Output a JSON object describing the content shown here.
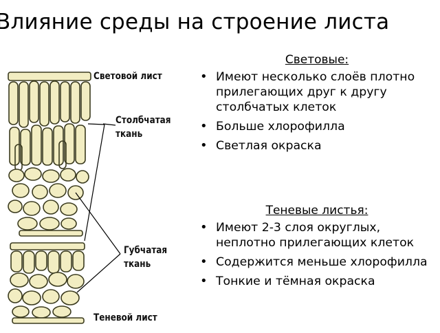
{
  "title": "Влияние среды на строение листа",
  "diagram": {
    "labels": {
      "light_leaf": "Световой лист",
      "palisade_line1": "Столбчатая",
      "palisade_line2": "ткань",
      "spongy_line1": "Губчатая",
      "spongy_line2": "ткань",
      "shade_leaf": "Теневой лист"
    },
    "colors": {
      "cell_fill": "#f2edc2",
      "cell_stroke": "#3a3a1e",
      "line": "#000000"
    }
  },
  "sections": [
    {
      "heading": "Световые:",
      "items": [
        "Имеют несколько слоёв плотно прилегающих друг к другу столбчатых клеток",
        "Больше хлорофилла",
        "Светлая окраска"
      ]
    },
    {
      "heading": "Теневые листья:",
      "items": [
        "Имеют 2-3 слоя округлых, неплотно прилегающих клеток",
        "Содержится меньше хлорофилла",
        "Тонкие и тёмная окраска"
      ]
    }
  ]
}
